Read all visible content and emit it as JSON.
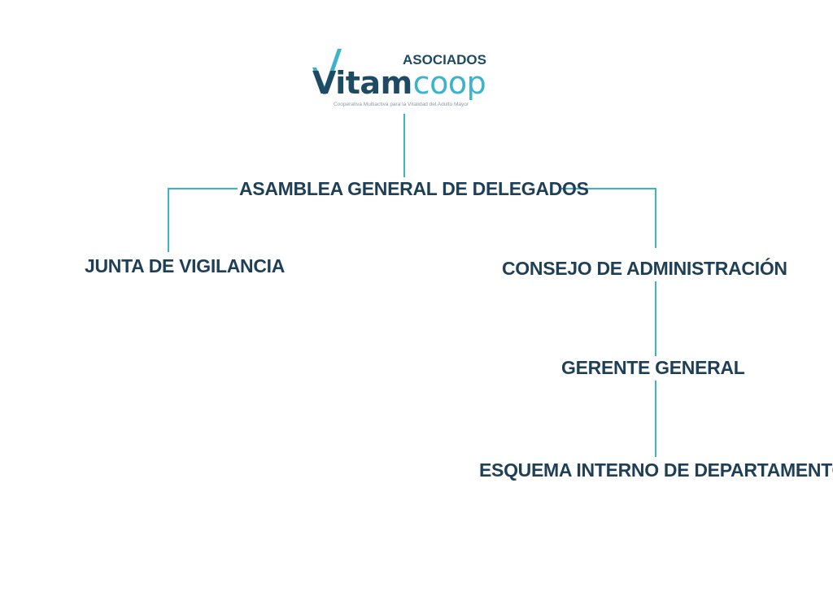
{
  "colors": {
    "text": "#1f3f57",
    "connector": "#3bb3c9",
    "logo_accent": "#3bb3c9",
    "logo_dark": "#1f4a63",
    "tagline": "#8a9aa5"
  },
  "logo": {
    "top_word": "ASOCIADOS",
    "brand_part_1": "Vitam",
    "brand_part_2": "coop",
    "tagline": "Cooperativa Multiactiva para la Vitalidad del Adulto Mayor"
  },
  "org_chart": {
    "nodes": [
      {
        "id": "asamblea",
        "label": "ASAMBLEA GENERAL DE DELEGADOS"
      },
      {
        "id": "junta",
        "label": "JUNTA DE VIGILANCIA"
      },
      {
        "id": "consejo",
        "label": "CONSEJO DE ADMINISTRACIÓN"
      },
      {
        "id": "gerente",
        "label": "GERENTE GENERAL"
      },
      {
        "id": "esquema",
        "label": "ESQUEMA INTERNO DE DEPARTAMENTO"
      }
    ],
    "edges": [
      {
        "from": "logo",
        "to": "asamblea"
      },
      {
        "from": "asamblea",
        "to": "junta"
      },
      {
        "from": "asamblea",
        "to": "consejo"
      },
      {
        "from": "consejo",
        "to": "gerente"
      },
      {
        "from": "gerente",
        "to": "esquema"
      }
    ]
  }
}
